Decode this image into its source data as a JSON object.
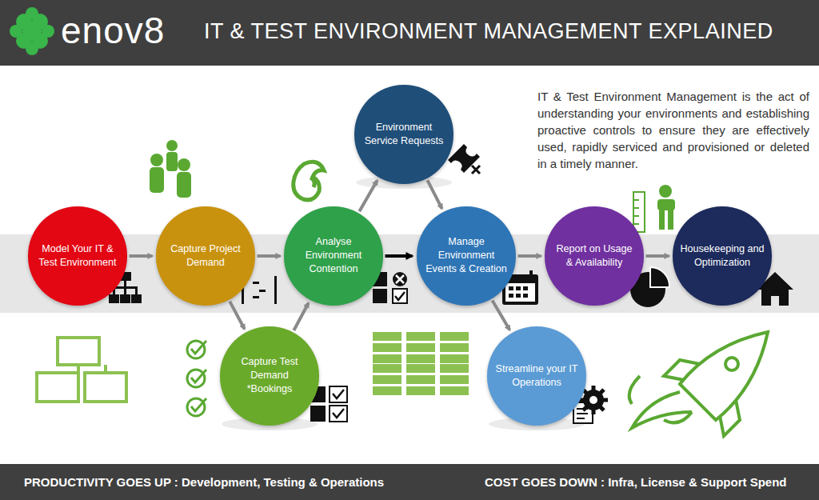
{
  "diagram": {
    "title": "IT & TEST ENVIRONMENT MANAGEMENT EXPLAINED",
    "nodes": [
      {
        "text": [
          "Model Your IT & Test Environment"
        ]
      },
      {
        "text": [
          "Capture Project Demand"
        ]
      },
      {
        "text": [
          "Capture Test Demand *Bookings"
        ]
      },
      {
        "text": [
          "Analyse Environment Contention"
        ]
      },
      {
        "text": [
          "Environment Service Requests"
        ]
      },
      {
        "text": [
          "Manage Environment Events & Creation"
        ]
      },
      {
        "text": [
          "Streamline your IT Operations"
        ]
      },
      {
        "text": [
          "Report on Usage & Availability"
        ]
      },
      {
        "text": [
          "Housekeeping and Optimization"
        ]
      }
    ],
    "edges": [
      {
        "from": 0,
        "to": 1,
        "arrow": "to"
      },
      {
        "from": 1,
        "to": 3,
        "arrow": "to"
      },
      {
        "from": 1,
        "to": 2,
        "arrow": "to"
      },
      {
        "from": 2,
        "to": 3,
        "arrow": "to"
      },
      {
        "from": 3,
        "to": 4,
        "arrow": "to"
      },
      {
        "from": 4,
        "to": 5,
        "arrow": "to"
      },
      {
        "from": 3,
        "to": 5,
        "arrow": "to"
      },
      {
        "from": 5,
        "to": 6,
        "arrow": "to"
      },
      {
        "from": 5,
        "to": 7,
        "arrow": "to"
      },
      {
        "from": 7,
        "to": 8,
        "arrow": "to"
      }
    ],
    "labels": [
      "enov8",
      "IT & Test Environment Management is the act of understanding your environments and establishing proactive controls to ensure they are effectively used, rapidly serviced and provisioned or deleted in a timely manner.",
      "PRODUCTIVITY GOES UP : Development, Testing & Operations",
      "COST GOES DOWN : Infra, License & Support Spend"
    ]
  }
}
